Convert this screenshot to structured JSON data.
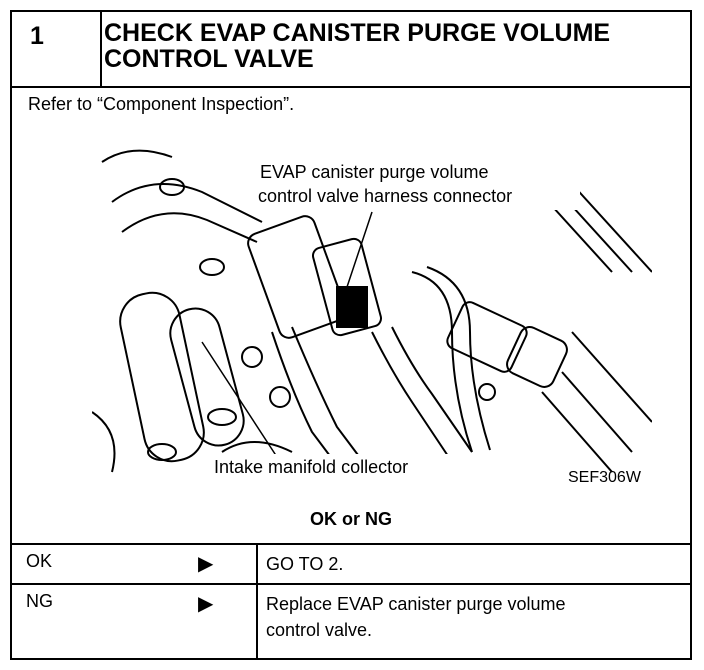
{
  "step": {
    "number": "1",
    "title_line1": "CHECK EVAP CANISTER PURGE VOLUME",
    "title_line2": "CONTROL VALVE"
  },
  "refer_text": "Refer to “Component Inspection”.",
  "figure": {
    "callout1_line1": "EVAP canister purge volume",
    "callout1_line2": "control valve harness connector",
    "callout2": "Intake manifold collector",
    "code": "SEF306W"
  },
  "result_header": "OK or NG",
  "rows": [
    {
      "result": "OK",
      "arrow": "▶",
      "action_line1": "GO TO 2.",
      "action_line2": ""
    },
    {
      "result": "NG",
      "arrow": "▶",
      "action_line1": "Replace EVAP canister purge volume",
      "action_line2": "control valve."
    }
  ]
}
